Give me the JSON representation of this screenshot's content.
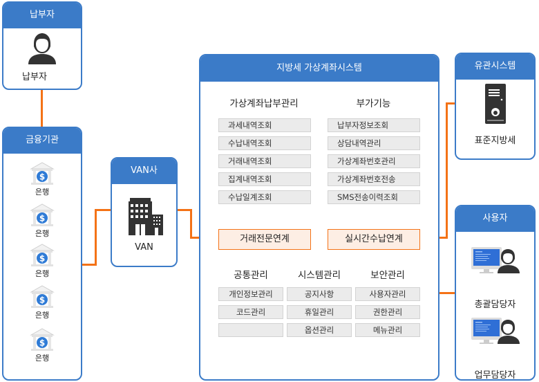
{
  "colors": {
    "box_border": "#3b7bc8",
    "header_bg": "#3b7bc8",
    "connector": "#f47216",
    "interface_bg": "#fdeee4",
    "menu_bg": "#ebebeb"
  },
  "taxpayer": {
    "header": "납부자",
    "icon": "person-icon",
    "label": "납부자"
  },
  "financial": {
    "header": "금융기관",
    "banks": [
      {
        "icon": "bank-icon",
        "label": "은행"
      },
      {
        "icon": "bank-icon",
        "label": "은행"
      },
      {
        "icon": "bank-icon",
        "label": "은행"
      },
      {
        "icon": "bank-icon",
        "label": "은행"
      },
      {
        "icon": "bank-icon",
        "label": "은행"
      }
    ]
  },
  "van": {
    "header": "VAN사",
    "icon": "building-icon",
    "label": "VAN"
  },
  "main": {
    "header": "지방세 가상계좌시스템",
    "payment_mgmt": {
      "title": "가상계좌납부관리",
      "items": [
        "과세내역조회",
        "수납내역조회",
        "거래내역조회",
        "집계내역조회",
        "수납일계조회"
      ]
    },
    "additional": {
      "title": "부가기능",
      "items": [
        "납부자정보조회",
        "상담내역관리",
        "가상계좌번호관리",
        "가상계좌번호전송",
        "SMS전송이력조회"
      ]
    },
    "interfaces": {
      "transaction": "거래전문연계",
      "realtime": "실시간수납연계"
    },
    "common": {
      "title": "공통관리",
      "items": [
        "개인정보관리",
        "코드관리",
        ""
      ]
    },
    "system": {
      "title": "시스템관리",
      "items": [
        "공지사항",
        "휴일관리",
        "옵션관리"
      ]
    },
    "security": {
      "title": "보안관리",
      "items": [
        "사용자관리",
        "권한관리",
        "메뉴관리"
      ]
    }
  },
  "related": {
    "header": "유관시스템",
    "icon": "server-icon",
    "label": "표준지방세"
  },
  "users": {
    "header": "사용자",
    "items": [
      {
        "icon": "user-computer-icon",
        "label": "총괄담당자"
      },
      {
        "icon": "user-computer-icon",
        "label": "업무담당자"
      }
    ]
  }
}
